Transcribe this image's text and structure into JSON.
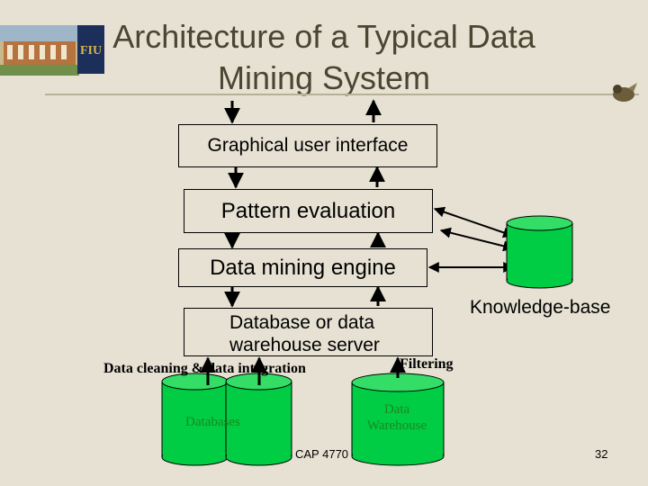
{
  "slide": {
    "title_line1": "Architecture of a Typical Data",
    "title_line2": "Mining System",
    "footer": "CAP 4770",
    "page_number": "32"
  },
  "diagram": {
    "boxes": {
      "gui": "Graphical user interface",
      "pattern_evaluation": "Pattern evaluation",
      "mining_engine": "Data mining engine",
      "server_line1": "Database or data",
      "server_line2": "warehouse server"
    },
    "labels": {
      "knowledge_base": "Knowledge-base",
      "data_cleaning": "Data cleaning & data integration",
      "filtering": "Filtering",
      "databases": "Databases",
      "warehouse_line1": "Data",
      "warehouse_line2": "Warehouse"
    }
  },
  "colors": {
    "background": "#e6e1d3",
    "cylinder_fill": "#00cc44",
    "cylinder_text": "#1a8a1a",
    "title_text": "#4a4632"
  }
}
